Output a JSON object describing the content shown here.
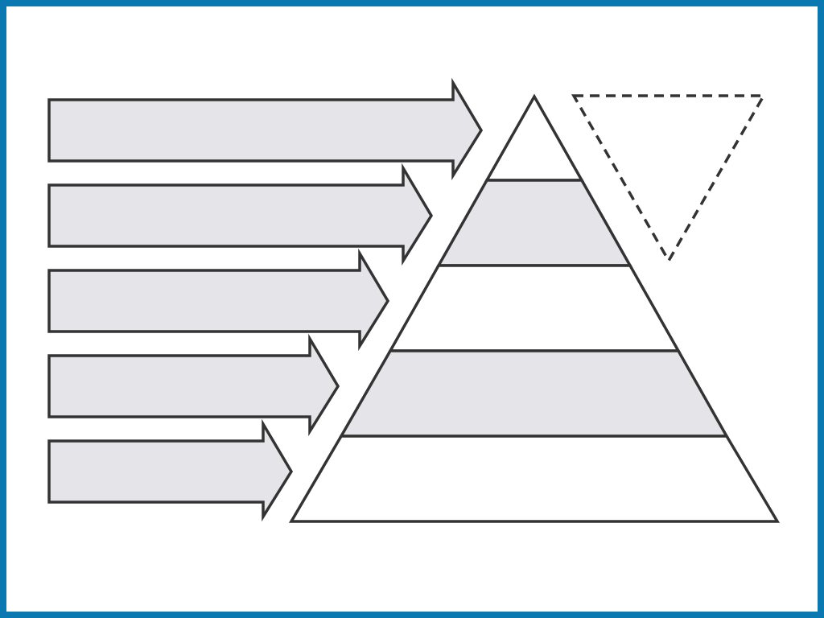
{
  "diagram": {
    "type": "pyramid-with-arrows",
    "arrow_count": 5,
    "pyramid_level_count": 5,
    "inverted_triangle": {
      "style": "dashed",
      "fill": "none"
    },
    "colors": {
      "frame_border": "#0a79b1",
      "stroke": "#333333",
      "shaded_fill": "#e4e4e9",
      "plain_fill": "#ffffff"
    },
    "arrows": [
      {
        "label": ""
      },
      {
        "label": ""
      },
      {
        "label": ""
      },
      {
        "label": ""
      },
      {
        "label": ""
      }
    ],
    "pyramid_levels": [
      {
        "label": "",
        "shaded": false
      },
      {
        "label": "",
        "shaded": true
      },
      {
        "label": "",
        "shaded": false
      },
      {
        "label": "",
        "shaded": true
      },
      {
        "label": "",
        "shaded": false
      }
    ]
  }
}
